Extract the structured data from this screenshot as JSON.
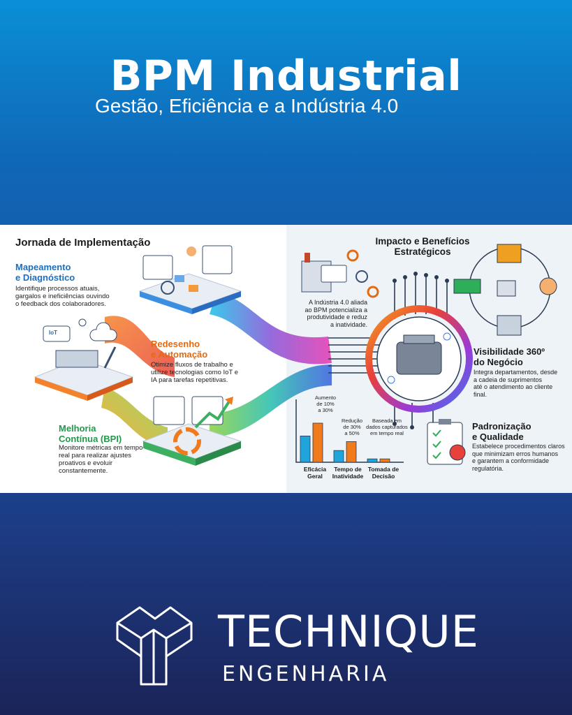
{
  "header": {
    "title": "BPM Industrial",
    "subtitle": "Gestão, Eficiência e a Indústria 4.0"
  },
  "journey": {
    "heading": "Jornada de Implementação",
    "steps": [
      {
        "title_line1": "Mapeamento",
        "title_line2": "e Diagnóstico",
        "desc": [
          "Identifique processos atuais,",
          "gargalos e ineficiências ouvindo",
          "o feedback dos colaboradores."
        ],
        "color": "#1a6fc0"
      },
      {
        "title_line1": "Redesenho",
        "title_line2": "e Automação",
        "desc": [
          "Otimize fluxos de trabalho e",
          "utilize tecnologias como IoT e",
          "IA para tarefas repetitivas."
        ],
        "color": "#e36a10"
      },
      {
        "title_line1": "Melhoria",
        "title_line2": "Contínua (BPI)",
        "desc": [
          "Monitore métricas em tempo",
          "real para realizar ajustes",
          "proativos e evoluir",
          "constantemente."
        ],
        "color": "#1f9a4a"
      }
    ],
    "iot_label": "IoT"
  },
  "impact": {
    "heading_line1": "Impacto e Benefícios",
    "heading_line2": "Estratégicos",
    "intro": [
      "A Indústria 4.0 aliada",
      "ao BPM potencializa a",
      "produtividade e reduz",
      "a inatividade."
    ],
    "visibility": {
      "title_line1": "Visibilidade 360º",
      "title_line2": "do Negócio",
      "desc": [
        "Integra departamentos, desde",
        "a cadeia de suprimentos",
        "até o atendimento ao cliente",
        "final."
      ]
    },
    "quality": {
      "title_line1": "Padronização",
      "title_line2": "e Qualidade",
      "desc": [
        "Estabelece procedimentos claros",
        "que minimizam erros humanos",
        "e garantem a conformidade",
        "regulatória."
      ]
    }
  },
  "chart_data": {
    "type": "bar",
    "categories": [
      "Eficácia Geral",
      "Tempo de Inatividade",
      "Tomada de Decisão"
    ],
    "category_lines": [
      [
        "Eficácia",
        "Geral"
      ],
      [
        "Tempo de",
        "Inatividade"
      ],
      [
        "Tomada de",
        "Decisão"
      ]
    ],
    "series": [
      {
        "values": [
          0.47,
          0.21,
          0.06
        ],
        "color": "#1fa4dc"
      },
      {
        "values": [
          0.7,
          0.37,
          0.06
        ],
        "color": "#f07a1c"
      }
    ],
    "annotations": [
      {
        "category": "Eficácia Geral",
        "lines": [
          "Aumento",
          "de 10%",
          "a 30%"
        ]
      },
      {
        "category": "Tempo de Inatividade",
        "lines": [
          "Redução",
          "de 30%",
          "a 50%"
        ]
      },
      {
        "category": "Tomada de Decisão",
        "lines": [
          "Baseada em",
          "dados capturados",
          "em tempo real"
        ]
      }
    ],
    "ylim": [
      0,
      1
    ]
  },
  "brand": {
    "name": "TECHNIQUE",
    "sub": "ENGENHARIA"
  }
}
